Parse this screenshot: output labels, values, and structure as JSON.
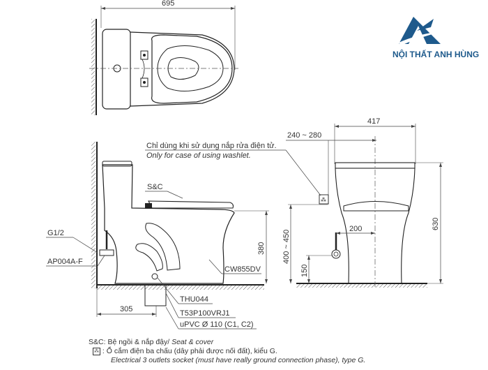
{
  "logo": {
    "brand": "NỘI THẤT ANH HÙNG",
    "color": "#1e5a8c"
  },
  "top_view": {
    "width_dim": "695"
  },
  "side_view": {
    "note_vi": "Chỉ dùng khi sử dụng nắp rửa điện tử.",
    "note_en": "Only for case of using washlet.",
    "seat_label": "S&C",
    "valve_label": "G1/2",
    "stop_valve_label": "AP004A-F",
    "model_label": "CW855DV",
    "height_dim": "380",
    "flange_label": "THU044",
    "adapter_label": "T53P100VRJ1",
    "pipe_label": "uPVC Ø 110 (C1, C2)",
    "rough_in_dim": "305"
  },
  "front_view": {
    "width_dim": "417",
    "socket_offset_dim": "240 ~ 280",
    "socket_height_dim": "400 ~ 450",
    "supply_offset_dim": "200",
    "supply_height_dim": "150",
    "total_height_dim": "630"
  },
  "legend": {
    "sc_key": "S&C:",
    "sc_vi": "Bệ ngồi & nắp đậy/",
    "sc_en": "Seat & cover",
    "socket_key": ":",
    "socket_vi": "Ổ cắm điện ba chấu (dây phải được nối đất), kiểu G.",
    "socket_en": "Electrical 3 outlets socket (must have really ground connection phase), type G."
  }
}
